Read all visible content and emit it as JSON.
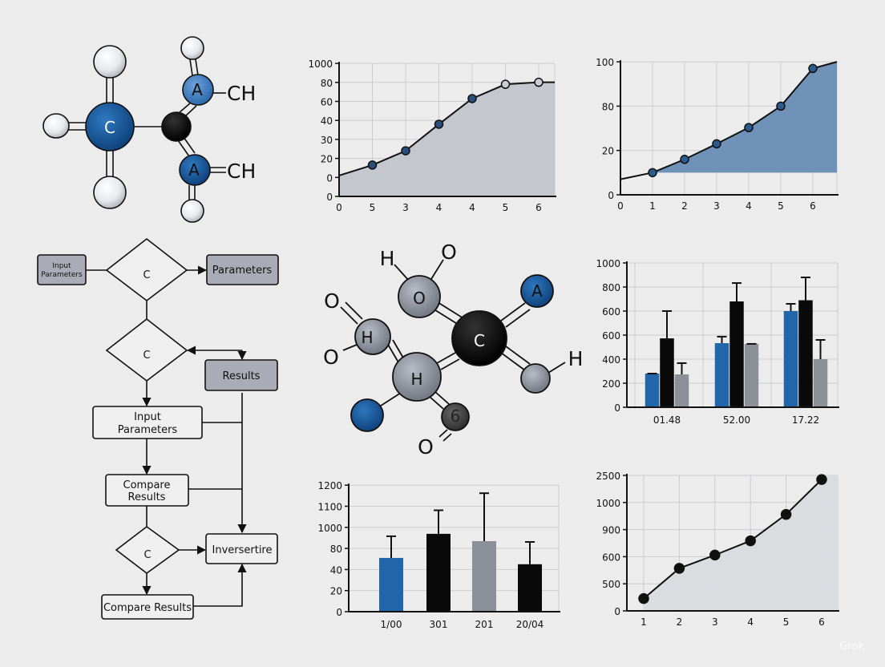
{
  "colors": {
    "background": "#ececec",
    "blue": "#2166a8",
    "light_blue": "#4b86c6",
    "black": "#0a0a0a",
    "gray_bar": "#8b8f98",
    "gray_box": "#a9acb6",
    "area_gray": "#c2c5cc",
    "area_blue": "#6a8db5",
    "area_light": "#d9dbdf"
  },
  "molecule_1": {
    "center_atom": "C",
    "upper_atom": "A",
    "lower_atom": "A",
    "upper_group": "CH",
    "lower_group": "CH"
  },
  "molecule_2": {
    "center_atom": "C",
    "top_atom": "O",
    "right_atom": "A",
    "left_atom": "H",
    "middle_atom": "H",
    "bottom_atom": "6",
    "labels": {
      "top_h": "H",
      "top_o": "O",
      "left_o_upper": "O",
      "left_o_lower": "O",
      "right_h": "H",
      "bottom_o": "O"
    }
  },
  "flowchart": {
    "input_small": [
      "Input",
      "Parameters"
    ],
    "decision_1": "C",
    "parameters": "Parameters",
    "decision_2": "C",
    "results": "Results",
    "input_box": [
      "Input",
      "Parameters"
    ],
    "compare_box": [
      "Compare",
      "Results"
    ],
    "decision_3": "C",
    "inversertire": "Inversertire",
    "compare_results": "Compare Results"
  },
  "chart_data": [
    {
      "type": "area",
      "categories": [
        "0",
        "5",
        "3",
        "4",
        "4",
        "5",
        "6"
      ],
      "y_ticks": [
        "0",
        "0",
        "20",
        "30",
        "40",
        "60",
        "80",
        "1000"
      ],
      "values": [
        2,
        13,
        24,
        38,
        63,
        78,
        85
      ],
      "markers": [
        false,
        true,
        true,
        true,
        true,
        true,
        true
      ],
      "marker_colors": [
        "",
        "#2b4f7a",
        "#2b4f7a",
        "#2b4f7a",
        "#2b4f7a",
        "#c9ccd3",
        "#c9ccd3"
      ],
      "grid": true
    },
    {
      "type": "area",
      "categories": [
        "0",
        "1",
        "2",
        "3",
        "4",
        "5",
        "6"
      ],
      "y_ticks": [
        "0",
        "20",
        "80",
        "100"
      ],
      "values": [
        7,
        10,
        16,
        29,
        51,
        80,
        97
      ],
      "markers": [
        false,
        true,
        true,
        true,
        true,
        true,
        true
      ],
      "grid": true
    },
    {
      "type": "bar",
      "categories": [
        "01.48",
        "52.00",
        "17.22"
      ],
      "y_ticks": [
        "0",
        "200",
        "400",
        "600",
        "600",
        "800",
        "1000"
      ],
      "series": [
        {
          "color": "#2166a8",
          "values": [
            280,
            533,
            600
          ],
          "errors_upper": [
            280,
            587,
            660
          ]
        },
        {
          "color": "#0a0a0a",
          "values": [
            573,
            680,
            690
          ],
          "errors_upper": [
            600,
            833,
            880
          ]
        },
        {
          "color": "#8b8f98",
          "values": [
            273,
            527,
            400
          ],
          "errors_upper": [
            367,
            527,
            560
          ]
        }
      ],
      "grid": true
    },
    {
      "type": "bar",
      "categories": [
        "1/00",
        "301",
        "201",
        "20/04"
      ],
      "y_ticks": [
        "0",
        "20",
        "40",
        "80",
        "1000",
        "1100",
        "1200"
      ],
      "values": [
        62,
        717,
        398,
        50
      ],
      "errors_upper": [
        611,
        1081,
        1162,
        363
      ],
      "bar_colors": [
        "#2166a8",
        "#0a0a0a",
        "#8b8f98",
        "#0a0a0a"
      ],
      "grid": true
    },
    {
      "type": "area",
      "categories": [
        "1",
        "2",
        "3",
        "4",
        "5",
        "6"
      ],
      "y_ticks": [
        "0",
        "500",
        "600",
        "900",
        "1000",
        "2500"
      ],
      "values": [
        227,
        557,
        618,
        776,
        956,
        2273
      ],
      "grid": true
    }
  ],
  "watermark": "Grok"
}
